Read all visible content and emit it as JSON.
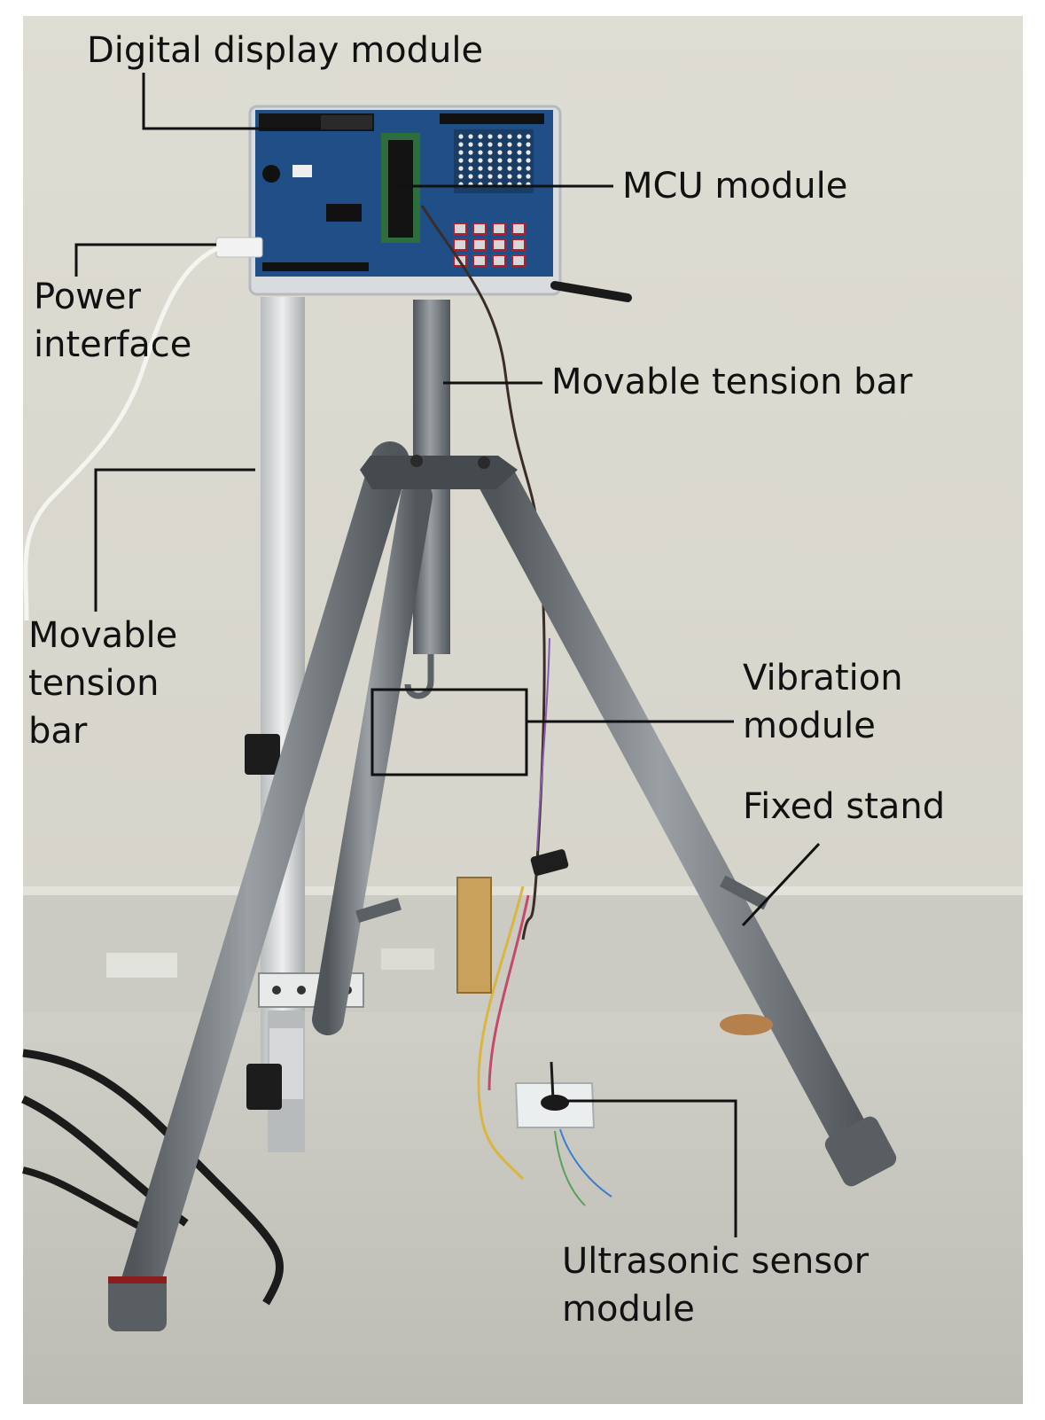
{
  "labels": {
    "digital_display": "Digital display module",
    "mcu": "MCU module",
    "power_line1": "Power",
    "power_line2": "interface",
    "tension_top": "Movable tension bar",
    "tension_left_line1": "Movable",
    "tension_left_line2": "tension",
    "tension_left_line3": "bar",
    "vibration_line1": "Vibration",
    "vibration_line2": "module",
    "fixed_stand": "Fixed stand",
    "ultrasonic_line1": "Ultrasonic sensor",
    "ultrasonic_line2": "module"
  },
  "colors": {
    "wall": "#d8d6cb",
    "floor": "#cfcdc4",
    "pole": "#6f757a",
    "pcb": "#1f4f86",
    "leader": "#111111"
  }
}
